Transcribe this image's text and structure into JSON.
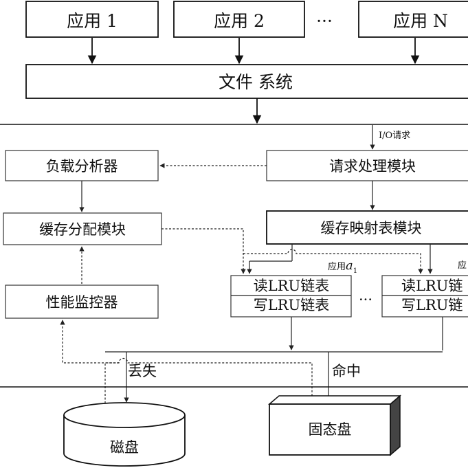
{
  "apps": {
    "app1": "应用 1",
    "app2": "应用 2",
    "ellipsis": "···",
    "appN": "应用 N"
  },
  "file_system": "文件  系统",
  "io_request": "I/O请求",
  "modules": {
    "load_analyzer": "负载分析器",
    "request_handler": "请求处理模块",
    "cache_allocation": "缓存分配模块",
    "cache_mapping_table": "缓存映射表模块",
    "perf_monitor": "性能监控器"
  },
  "app_groups": [
    {
      "label_prefix": "应用",
      "label_var": "a",
      "label_sub": "1",
      "read_lru": "读LRU链表",
      "write_lru": "写LRU链表"
    },
    {
      "label_prefix": "应",
      "label_var": "",
      "label_sub": "",
      "read_lru": "读LRU链",
      "write_lru": "写LRU链"
    }
  ],
  "middle_ellipsis": "···",
  "miss_label": "丢失",
  "hit_label": "命中",
  "storage": {
    "disk": "磁盘",
    "ssd": "固态盘"
  }
}
